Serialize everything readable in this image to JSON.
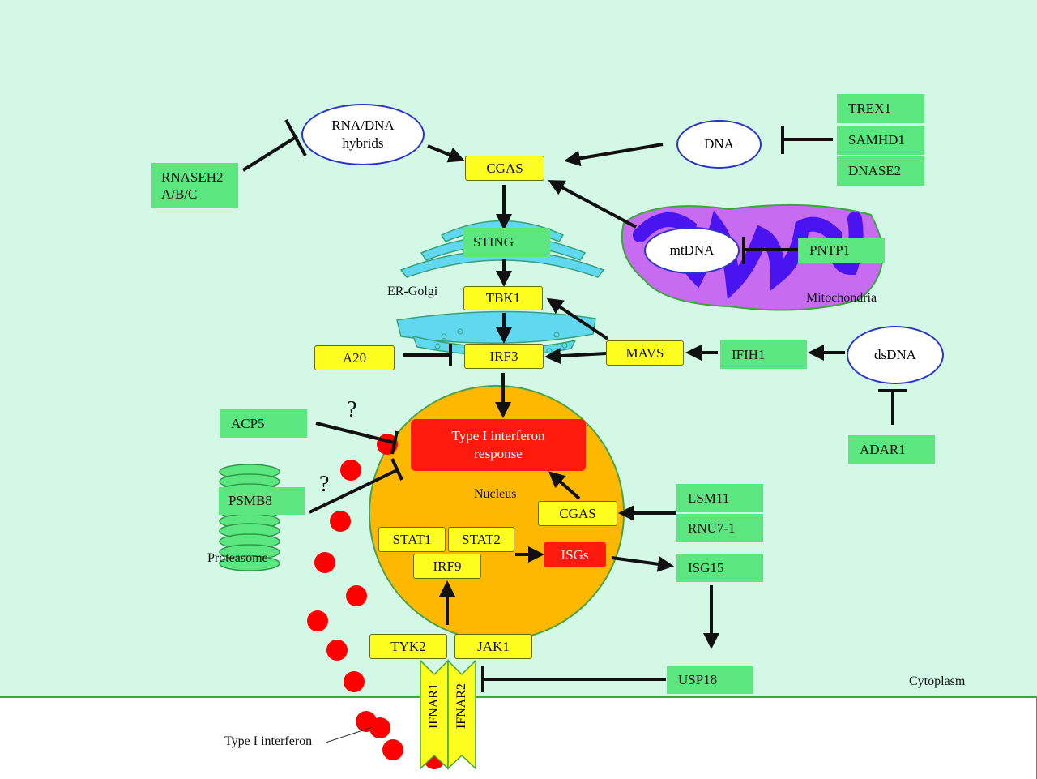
{
  "nodes": {
    "rnaseh2": "RNASEH2\nA/B/C",
    "rna_dna": "RNA/DNA\nhybrids",
    "cgas_top": "CGAS",
    "dna": "DNA",
    "trex1": "TREX1",
    "samhd1": "SAMHD1",
    "dnase2": "DNASE2",
    "sting": "STING",
    "mtdna": "mtDNA",
    "pntp1": "PNTP1",
    "mitochondria": "Mitochondria",
    "er_golgi": "ER-Golgi",
    "tbk1": "TBK1",
    "a20": "A20",
    "irf3": "IRF3",
    "mavs": "MAVS",
    "ifih1": "IFIH1",
    "dsdna": "dsDNA",
    "adar1": "ADAR1",
    "acp5": "ACP5",
    "question1": "?",
    "question2": "?",
    "type1_response": "Type I interferon\nresponse",
    "psmb8": "PSMB8",
    "proteasome": "Proteasome",
    "nucleus": "Nucleus",
    "cgas_nuc": "CGAS",
    "lsm11": "LSM11",
    "rnu7": "RNU7-1",
    "stat1": "STAT1",
    "stat2": "STAT2",
    "isgs": "ISGs",
    "irf9": "IRF9",
    "isg15": "ISG15",
    "tyk2": "TYK2",
    "jak1": "JAK1",
    "usp18": "USP18",
    "cytoplasm": "Cytoplasm",
    "ifnar1": "IFNAR1",
    "ifnar2": "IFNAR2",
    "type1_ifn": "Type I interferon"
  },
  "colors": {
    "background": "#d3f9e6",
    "green_box": "#5ce67f",
    "yellow_box": "#ffff1f",
    "red_box": "#ff1a0d",
    "nucleus": "#ffb800",
    "golgi": "#5fd8f0",
    "mito_outer": "#c76bf0",
    "mito_inner": "#4a14f0",
    "ligand": "#ff0000"
  }
}
